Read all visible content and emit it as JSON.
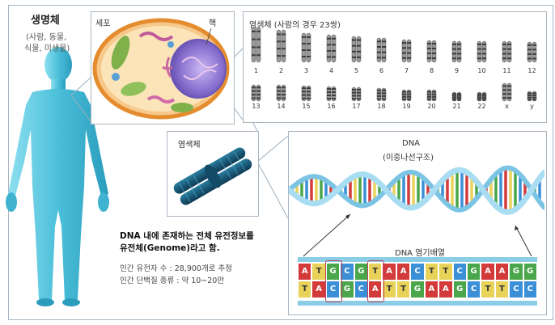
{
  "organism": {
    "title": "생명체",
    "subtitle_line1": "(사람, 동물,",
    "subtitle_line2": "식물, 미생물)"
  },
  "cell_panel": {
    "label": "세포",
    "nucleus_label": "핵"
  },
  "karyotype_panel": {
    "title": "염색체 (사람의 경우 23쌍)",
    "row1_numbers": [
      "1",
      "2",
      "3",
      "4",
      "5",
      "6",
      "7",
      "8",
      "9",
      "10",
      "11",
      "12"
    ],
    "row2_numbers": [
      "13",
      "14",
      "15",
      "16",
      "17",
      "18",
      "19",
      "20",
      "21",
      "22",
      "x",
      "y"
    ]
  },
  "chromosome_panel": {
    "label": "염색체"
  },
  "dna_panel": {
    "title": "DNA",
    "subtitle": "(이중나선구조)",
    "sequence_label": "DNA 염기배열",
    "top_strand": [
      "A",
      "T",
      "G",
      "C",
      "G",
      "T",
      "A",
      "A",
      "C",
      "T",
      "T",
      "C",
      "G",
      "A",
      "A",
      "G",
      "G"
    ],
    "bottom_strand": [
      "T",
      "A",
      "C",
      "G",
      "C",
      "A",
      "T",
      "T",
      "G",
      "A",
      "A",
      "G",
      "C",
      "T",
      "T",
      "C",
      "C"
    ]
  },
  "info": {
    "line1": "DNA 내에 존재하는 전체 유전정보를",
    "line2": "유전체(Genome)라고 함.",
    "genes": "인간 유전자 수 : 28,900개로 추정",
    "proteins": "인간 단백질 종류 : 약 10~20만"
  },
  "colors": {
    "body": "#57c6de",
    "cell_membrane": "#f0a046",
    "nucleus": "#7c68c4",
    "frame": "#a8b6c2",
    "helix": "#8ed0ea",
    "base_A": "#d33a3a",
    "base_T": "#e8d25a",
    "base_G": "#4aa64a",
    "base_C": "#3a8fd6"
  }
}
